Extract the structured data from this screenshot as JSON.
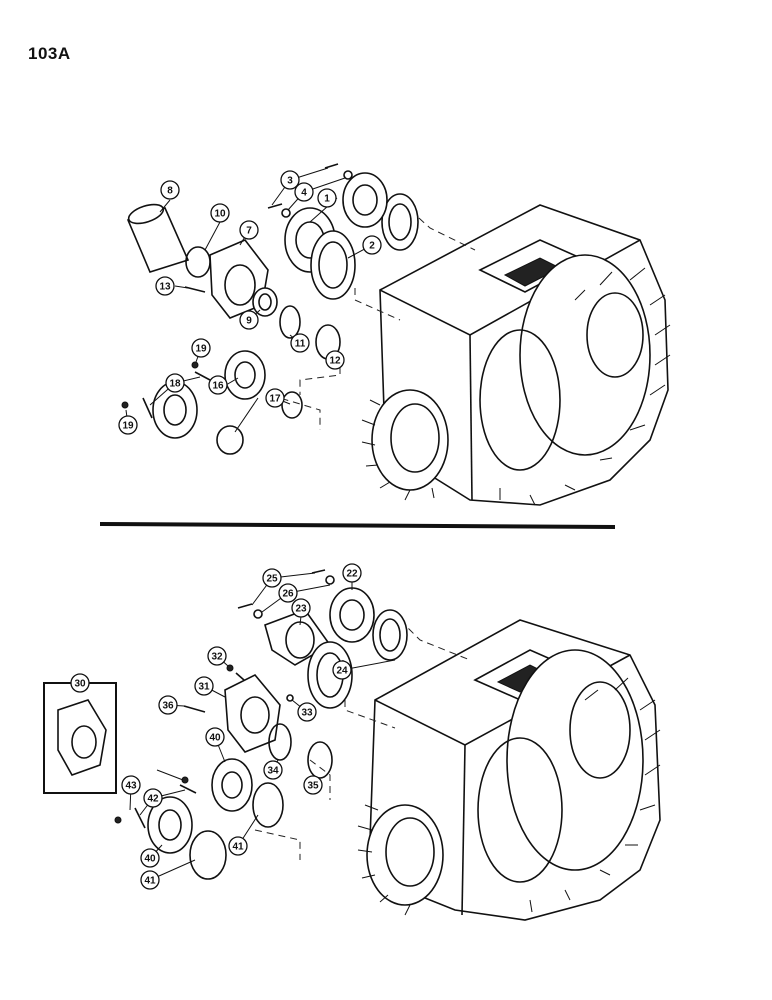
{
  "page_number": "103A",
  "callouts_top": [
    {
      "id": "c1",
      "label": "1"
    },
    {
      "id": "c2",
      "label": "2"
    },
    {
      "id": "c3",
      "label": "3"
    },
    {
      "id": "c4",
      "label": "4"
    },
    {
      "id": "c7",
      "label": "7"
    },
    {
      "id": "c8",
      "label": "8"
    },
    {
      "id": "c9",
      "label": "9"
    },
    {
      "id": "c10",
      "label": "10"
    },
    {
      "id": "c11",
      "label": "11"
    },
    {
      "id": "c12",
      "label": "12"
    },
    {
      "id": "c13",
      "label": "13"
    },
    {
      "id": "c16",
      "label": "16"
    },
    {
      "id": "c17",
      "label": "17"
    },
    {
      "id": "c18",
      "label": "18"
    },
    {
      "id": "c19a",
      "label": "19"
    },
    {
      "id": "c19b",
      "label": "19"
    }
  ],
  "callouts_bottom": [
    {
      "id": "c22",
      "label": "22"
    },
    {
      "id": "c23",
      "label": "23"
    },
    {
      "id": "c24",
      "label": "24"
    },
    {
      "id": "c25",
      "label": "25"
    },
    {
      "id": "c26",
      "label": "26"
    },
    {
      "id": "c30",
      "label": "30"
    },
    {
      "id": "c31",
      "label": "31"
    },
    {
      "id": "c32",
      "label": "32"
    },
    {
      "id": "c33",
      "label": "33"
    },
    {
      "id": "c34",
      "label": "34"
    },
    {
      "id": "c35",
      "label": "35"
    },
    {
      "id": "c36",
      "label": "36"
    },
    {
      "id": "c40a",
      "label": "40"
    },
    {
      "id": "c40b",
      "label": "40"
    },
    {
      "id": "c41a",
      "label": "41"
    },
    {
      "id": "c41b",
      "label": "41"
    },
    {
      "id": "c42",
      "label": "42"
    },
    {
      "id": "c43",
      "label": "43"
    }
  ]
}
